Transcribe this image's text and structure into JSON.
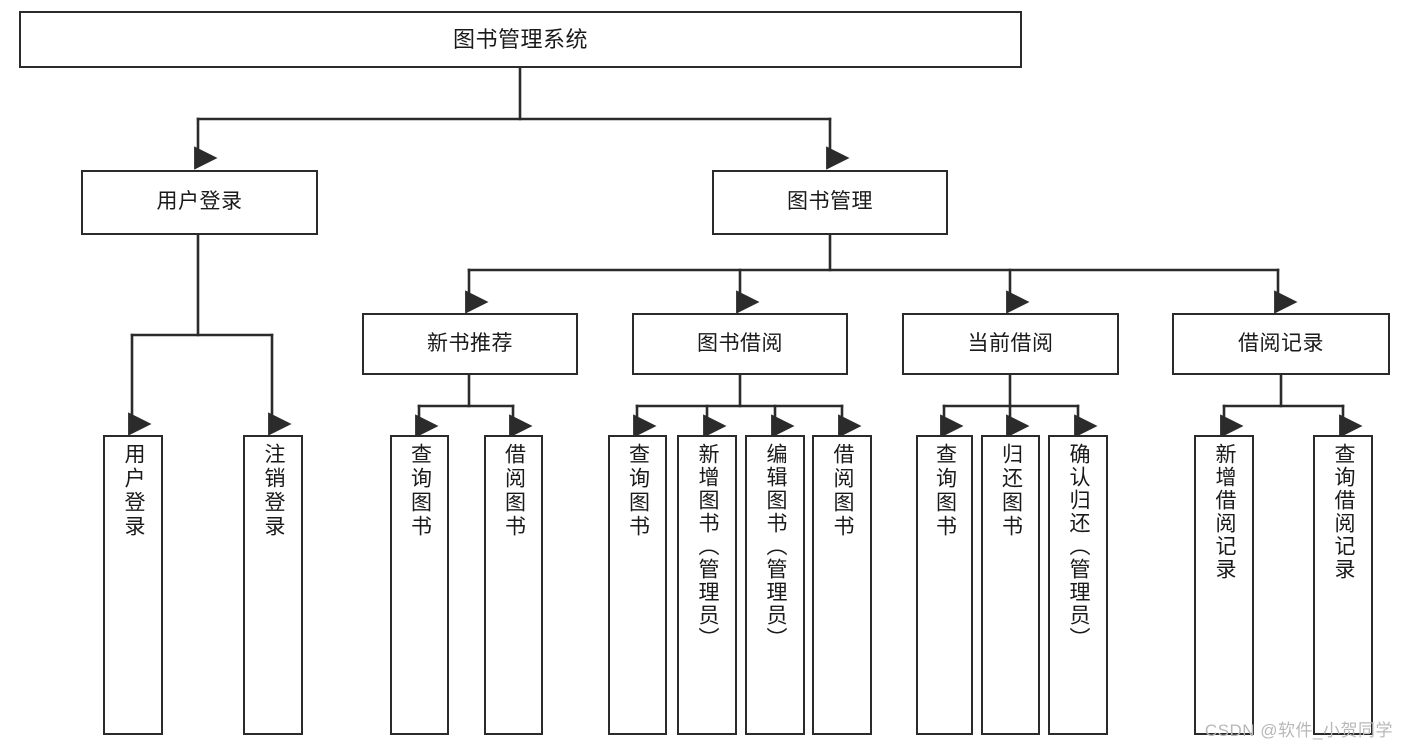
{
  "diagram": {
    "title": "图书管理系统",
    "type": "tree",
    "watermark": "CSDN @软件_小贺同学",
    "colors": {
      "stroke": "#2b2b2b",
      "fill": "#ffffff",
      "text": "#1a1a1a",
      "watermark": "#b8b8b8"
    },
    "nodes": {
      "root": {
        "label": "图书管理系统"
      },
      "level2": [
        {
          "label": "用户登录"
        },
        {
          "label": "图书管理"
        }
      ],
      "level3": [
        {
          "label": "新书推荐"
        },
        {
          "label": "图书借阅"
        },
        {
          "label": "当前借阅"
        },
        {
          "label": "借阅记录"
        }
      ],
      "leaves_user_login": [
        {
          "label": "用户登录"
        },
        {
          "label": "注销登录"
        }
      ],
      "leaves_new_book": [
        {
          "label": "查询图书"
        },
        {
          "label": "借阅图书"
        }
      ],
      "leaves_borrow": [
        {
          "label": "查询图书"
        },
        {
          "label": "新增图书（管理员）"
        },
        {
          "label": "编辑图书（管理员）"
        },
        {
          "label": "借阅图书"
        }
      ],
      "leaves_current": [
        {
          "label": "查询图书"
        },
        {
          "label": "归还图书"
        },
        {
          "label": "确认归还（管理员）"
        }
      ],
      "leaves_record": [
        {
          "label": "新增借阅记录"
        },
        {
          "label": "查询借阅记录"
        }
      ]
    }
  }
}
